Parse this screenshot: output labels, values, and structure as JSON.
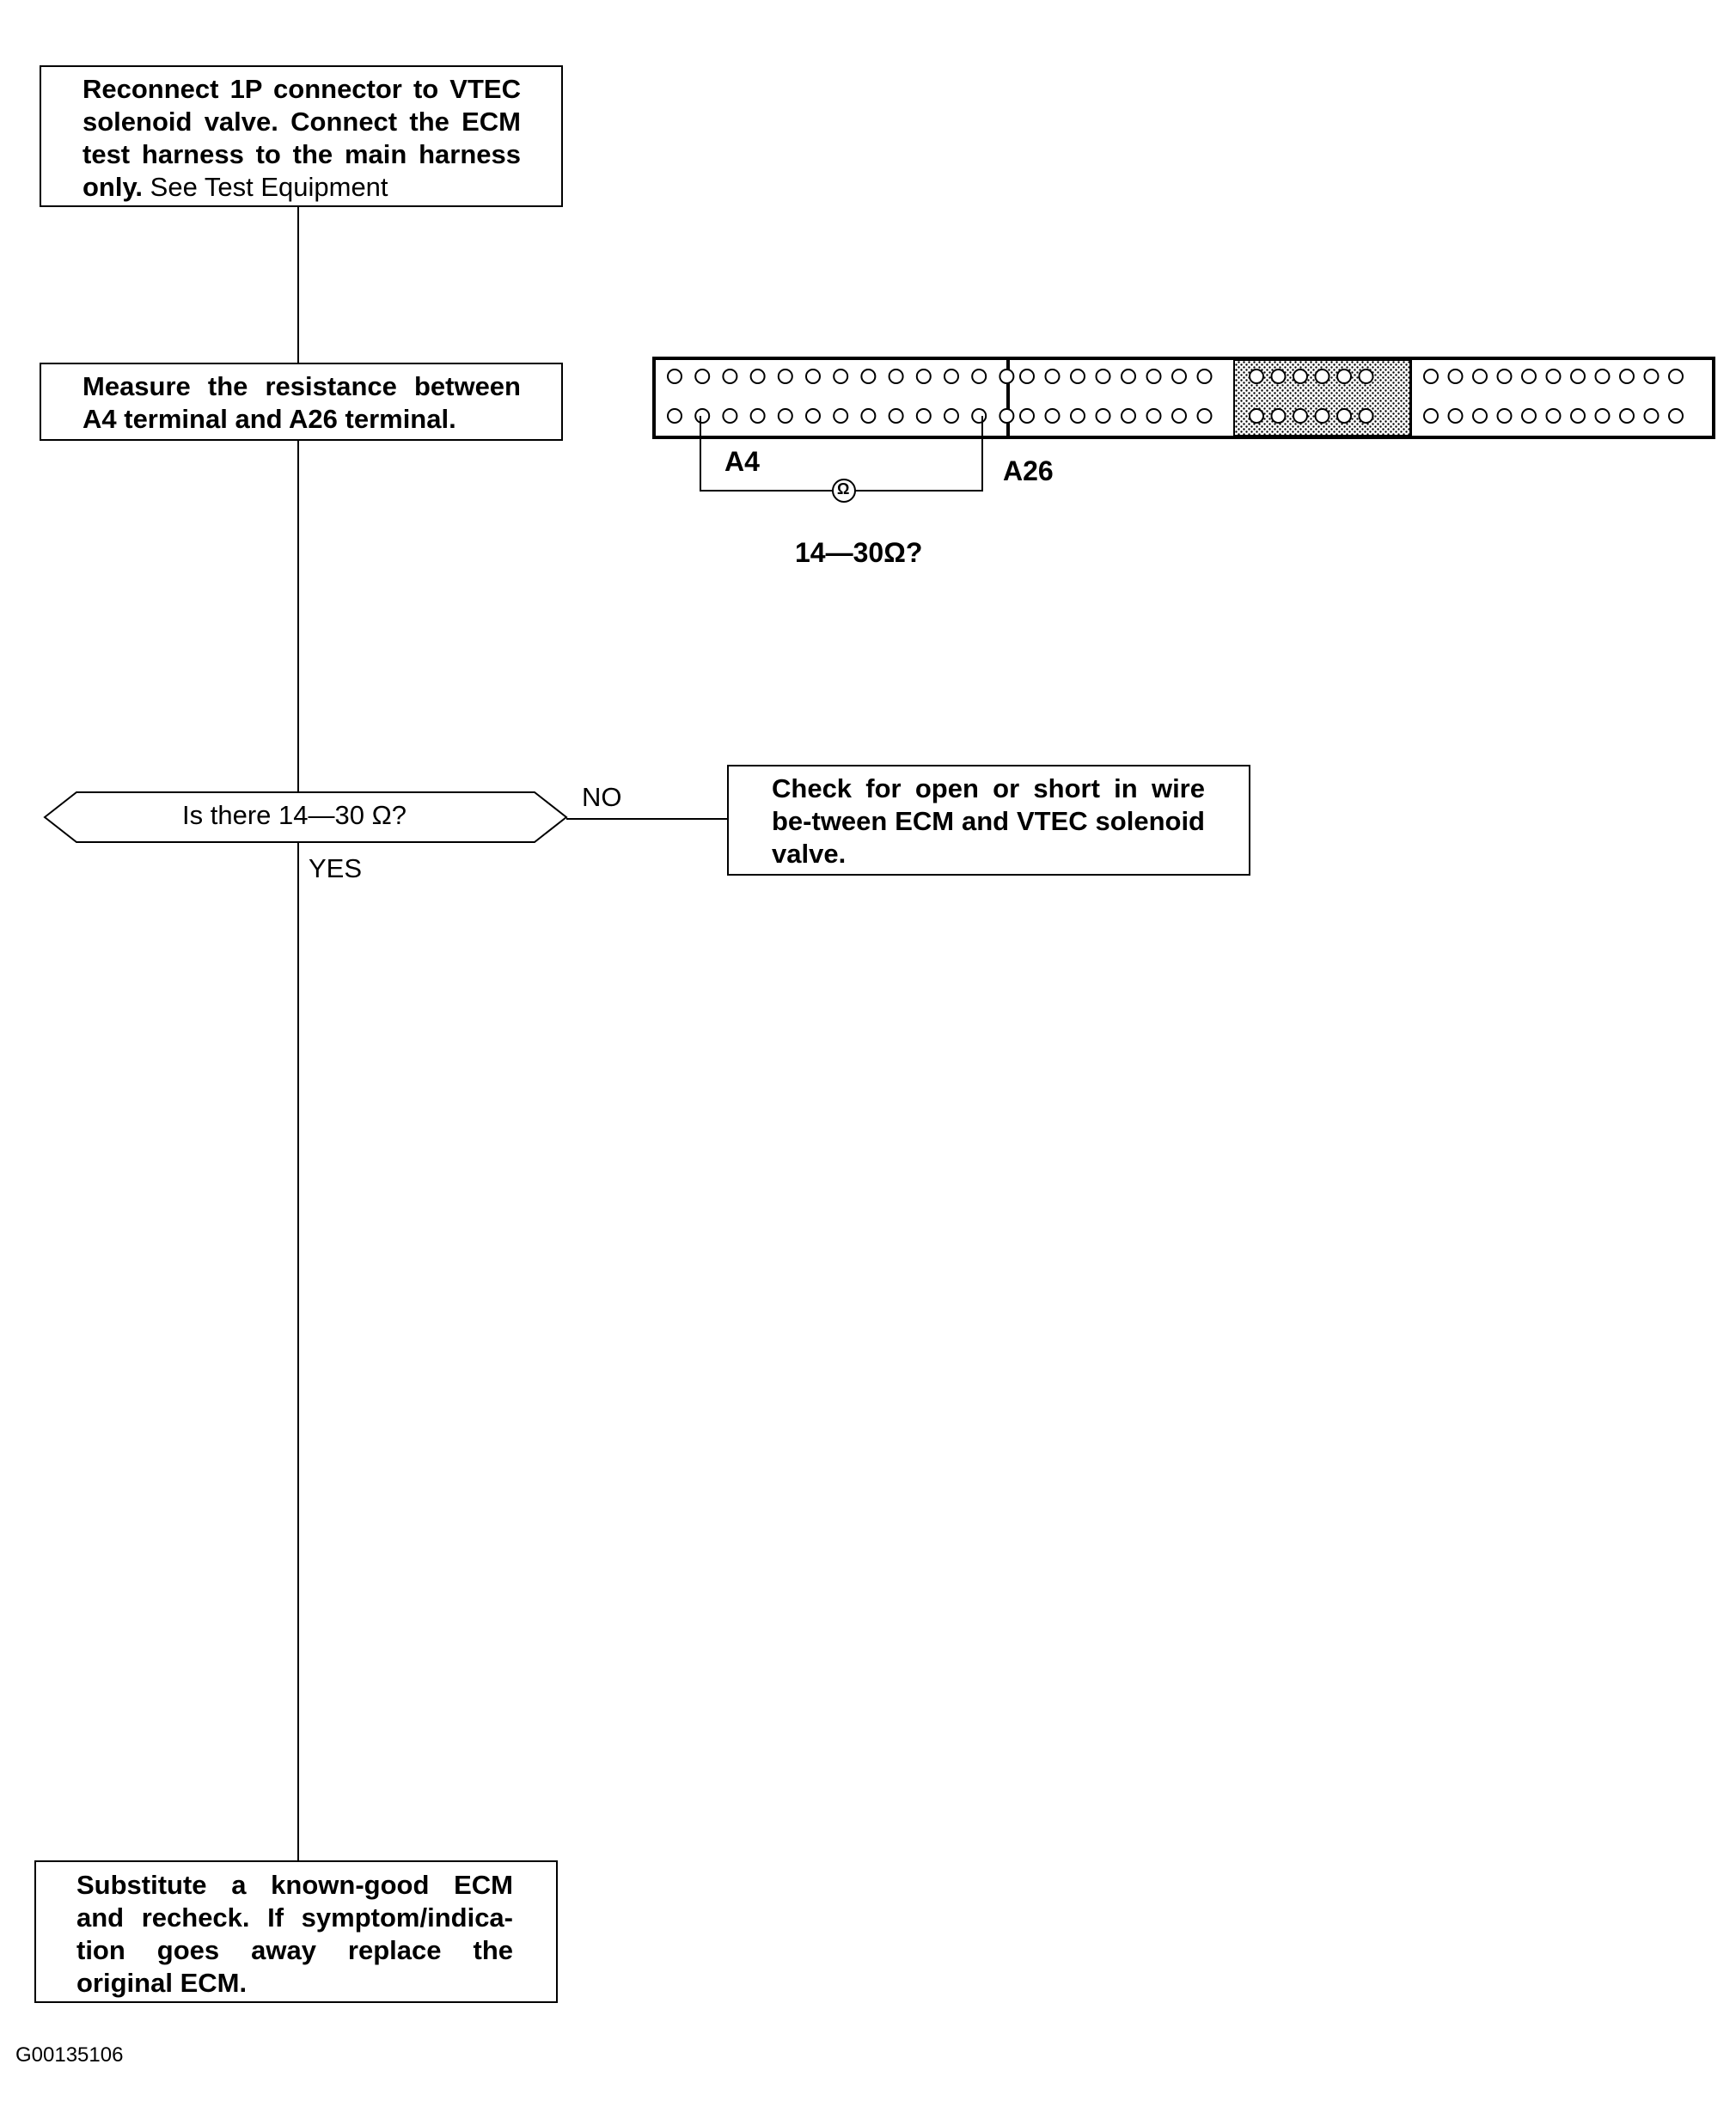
{
  "steps": {
    "step1_bold": "Reconnect 1P connector to VTEC solenoid valve. Connect the ECM test harness to the main harness only.",
    "step1_normal": " See Test Equipment",
    "step2": "Measure the resistance between A4 terminal and A26 terminal.",
    "decision": "Is there 14—30 Ω?",
    "branch_no": "NO",
    "branch_yes": "YES",
    "no_action": "Check for open or short in wire be-tween ECM and VTEC solenoid valve.",
    "yes_action": "Substitute a known-good ECM and recheck. If symptom/indica-tion goes away replace the original ECM."
  },
  "connector": {
    "terminal_a4": "A4",
    "terminal_a26": "A26",
    "meter_symbol": "Ω",
    "spec": "14—30Ω?"
  },
  "figure_id": "G00135106"
}
